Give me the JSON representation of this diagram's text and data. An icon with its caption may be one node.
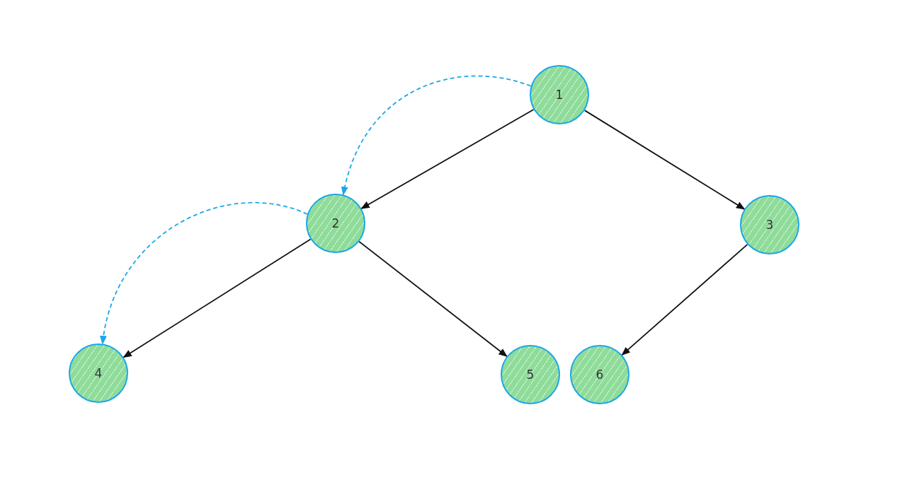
{
  "diagram": {
    "nodes": [
      {
        "text": [
          "1"
        ]
      },
      {
        "text": [
          "2"
        ]
      },
      {
        "text": [
          "3"
        ]
      },
      {
        "text": [
          "4"
        ]
      },
      {
        "text": [
          "5"
        ]
      },
      {
        "text": [
          "6"
        ]
      }
    ],
    "edges": [
      {
        "from": 0,
        "to": 1,
        "arrow": "to"
      },
      {
        "from": 0,
        "to": 2,
        "arrow": "to"
      },
      {
        "from": 1,
        "to": 3,
        "arrow": "to"
      },
      {
        "from": 1,
        "to": 4,
        "arrow": "to"
      },
      {
        "from": 2,
        "to": 5,
        "arrow": "to"
      },
      {
        "from": 0,
        "to": 1,
        "arrow": "to",
        "style": "dashed",
        "color": "#1aa7e8"
      },
      {
        "from": 1,
        "to": 3,
        "arrow": "to",
        "style": "dashed",
        "color": "#1aa7e8"
      }
    ]
  }
}
